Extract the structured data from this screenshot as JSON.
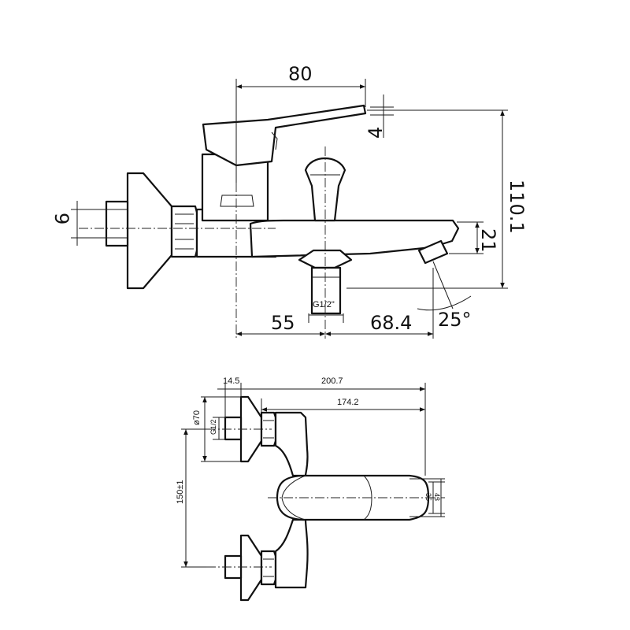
{
  "side_view": {
    "dim_width_top": "80",
    "dim_handle_tilt": "4",
    "dim_total_height": "110.1",
    "dim_inlet_offset": "9",
    "dim_spout_height": "21",
    "dim_left_to_diverter": "55",
    "dim_diverter_to_spout": "68.4",
    "dim_spout_angle": "25°",
    "thread_label": "G1/2\""
  },
  "top_view": {
    "dim_flange_depth": "14.5",
    "dim_total_length": "200.7",
    "dim_body_length": "174.2",
    "dim_flange_diameter": "ø70",
    "thread_label": "G1/2",
    "dim_center_distance": "150±1",
    "dim_spout_width_a": "35",
    "dim_spout_width_b": "43"
  }
}
